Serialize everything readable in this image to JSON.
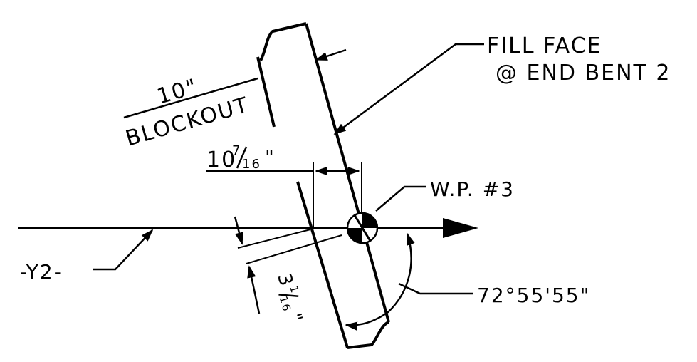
{
  "labels": {
    "fill_face_line1": "FILL FACE",
    "fill_face_line2": "@ END BENT 2",
    "blockout_value": "10\"",
    "blockout_label": "BLOCKOUT",
    "dim_top_whole": "10",
    "dim_top_num": "7",
    "dim_top_den": "16",
    "dim_top_inch": "\"",
    "work_point": "W.P. #3",
    "alignment": "-Y2-",
    "dim_side_whole": "3",
    "dim_side_num": "1",
    "dim_side_den": "16",
    "dim_side_inch": "\"",
    "angle": "72°55'55\""
  },
  "colors": {
    "ink": "#000000",
    "background": "#ffffff"
  }
}
